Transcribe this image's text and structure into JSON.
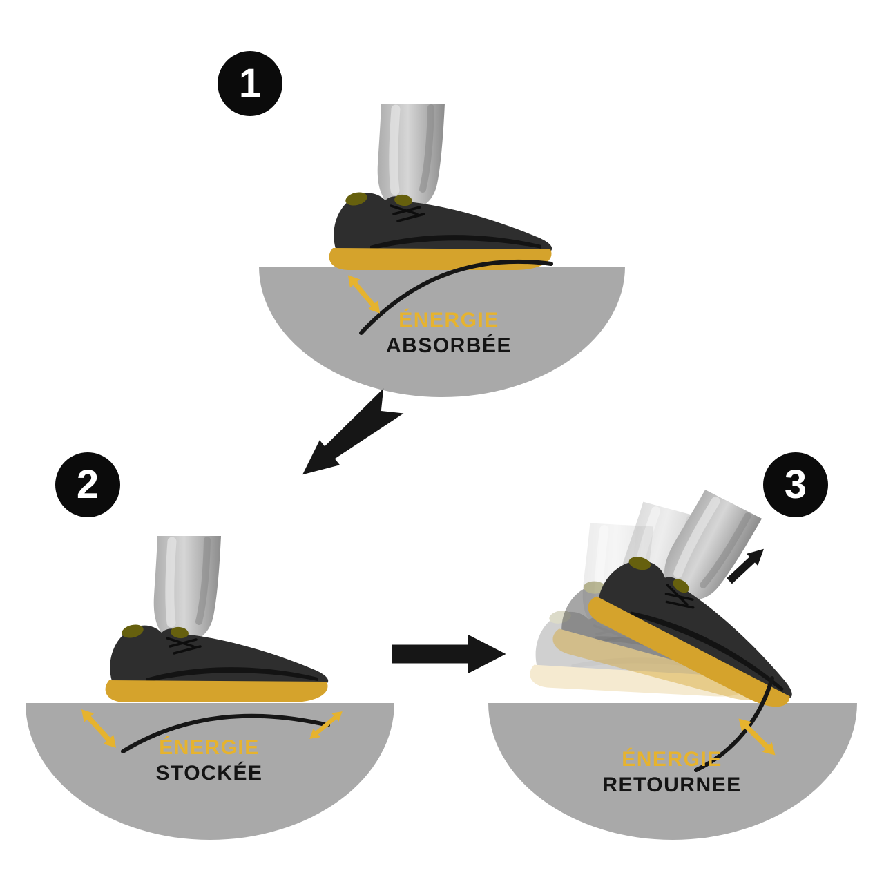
{
  "diagram": {
    "steps": [
      {
        "number": "1",
        "label_line1": "ÉNERGIE",
        "label_line2": "ABSORBÉE"
      },
      {
        "number": "2",
        "label_line1": "ÉNERGIE",
        "label_line2": "STOCKÉE"
      },
      {
        "number": "3",
        "label_line1": "ÉNERGIE",
        "label_line2": "RETOURNEE"
      }
    ],
    "colors": {
      "accent_yellow": "#E6B32E",
      "sole_yellow": "#D5A32C",
      "dome_gray": "#A9A9A9",
      "badge_black": "#0B0B0B",
      "text_dark": "#141414",
      "arrow_black": "#161616",
      "background": "#FFFFFF"
    }
  }
}
